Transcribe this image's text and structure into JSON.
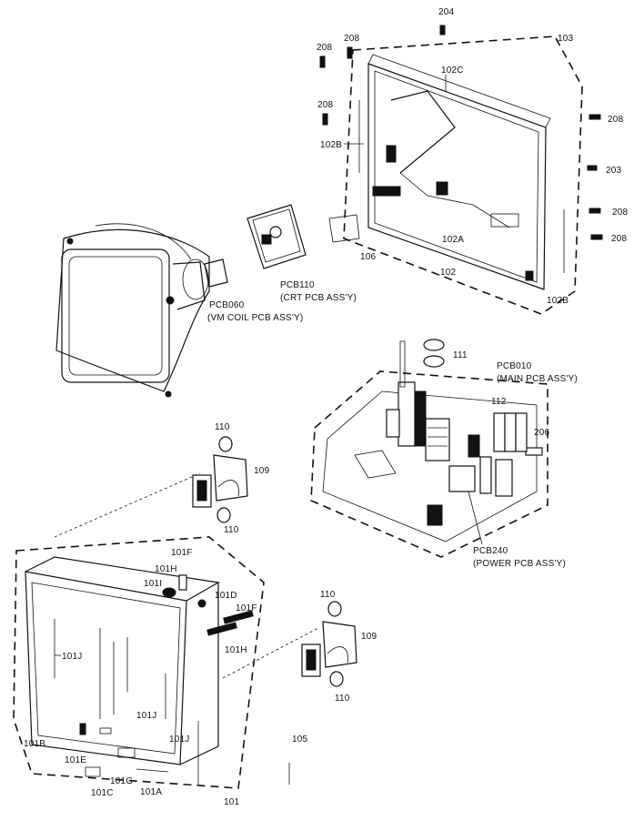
{
  "labels": {
    "l204": "204",
    "l103": "103",
    "l208a": "208",
    "l208b": "208",
    "l102c": "102C",
    "l208c": "208",
    "l208d": "208",
    "l102b_l": "102B",
    "l203": "203",
    "l208e": "208",
    "l208f": "208",
    "l102a": "102A",
    "l106": "106",
    "l102": "102",
    "l102b_r": "102B",
    "pcb110_a": "PCB110",
    "pcb110_b": "(CRT PCB ASS'Y)",
    "pcb060_a": "PCB060",
    "pcb060_b": "(VM COIL PCB ASS'Y)",
    "l111": "111",
    "pcb010_a": "PCB010",
    "pcb010_b": "(MAIN PCB ASS'Y)",
    "l112": "112",
    "l206": "206",
    "l110a": "110",
    "l109a": "109",
    "l110b": "110",
    "pcb240_a": "PCB240",
    "pcb240_b": "(POWER PCB ASS'Y)",
    "l101f_a": "101F",
    "l101i": "101I",
    "l101h_a": "101H",
    "l101d": "101D",
    "l101f_b": "101F",
    "l101h_b": "101H",
    "l110c": "110",
    "l109b": "109",
    "l110d": "110",
    "l101j_a": "101J",
    "l101j_b": "101J",
    "l101j_c": "101J",
    "l105": "105",
    "l101b": "101B",
    "l101e": "101E",
    "l101g": "101G",
    "l101c": "101C",
    "l101a": "101A",
    "l101": "101"
  }
}
